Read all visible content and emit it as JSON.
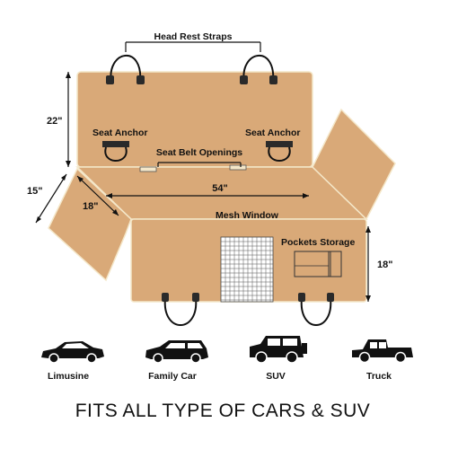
{
  "labels": {
    "head_rest_straps": "Head Rest Straps",
    "seat_anchor_left": "Seat Anchor",
    "seat_anchor_right": "Seat Anchor",
    "seat_belt_openings": "Seat Belt Openings",
    "mesh_window": "Mesh Window",
    "pockets_storage": "Pockets Storage"
  },
  "dimensions": {
    "height_back": "22\"",
    "width": "54\"",
    "side_flap_depth": "15\"",
    "side_flap_width": "18\"",
    "front_height": "18\""
  },
  "vehicles": [
    {
      "label": "Limusine",
      "icon": "sedan-icon"
    },
    {
      "label": "Family Car",
      "icon": "wagon-icon"
    },
    {
      "label": "SUV",
      "icon": "suv-icon"
    },
    {
      "label": "Truck",
      "icon": "pickup-truck-icon"
    }
  ],
  "headline": "FITS ALL TYPE OF CARS & SUV",
  "colors": {
    "panel": "#d9a978",
    "panel_edge": "#f4e7c9",
    "ink": "#111111"
  }
}
